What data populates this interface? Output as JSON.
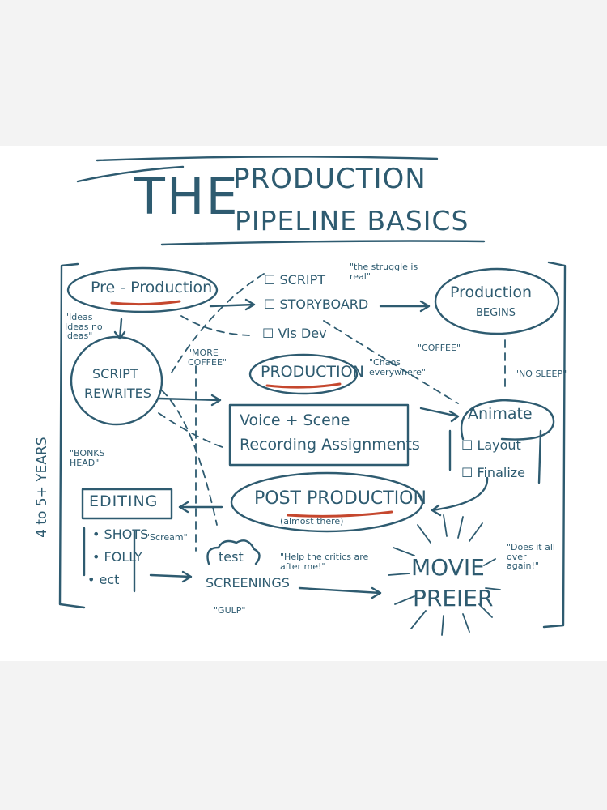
{
  "title": {
    "line1": "THE",
    "line2": "PRODUCTION",
    "line3": "PIPELINE BASICS"
  },
  "side_label": "4 to 5+ YEARS",
  "nodes": {
    "pre_production": "Pre - Production",
    "ideas_note": "\"Ideas Ideas no ideas\"",
    "script_items": [
      "SCRIPT",
      "STORYBOARD",
      "Vis Dev"
    ],
    "struggle_note": "\"the struggle is real\"",
    "production_begins_line1": "Production",
    "production_begins_line2": "BEGINS",
    "more_coffee": "\"MORE COFFEE\"",
    "script_rewrites_line1": "SCRIPT",
    "script_rewrites_line2": "REWRITES",
    "production": "PRODUCTION",
    "chaos_note": "\"Chaos everywhere\"",
    "coffee_note": "\"COFFEE\"",
    "no_sleep_note": "\"NO SLEEP\"",
    "voice_line1": "Voice    +    Scene",
    "voice_line2": "Recording   Assignments",
    "animate": "Animate",
    "animate_items": [
      "Layout",
      "Finalize"
    ],
    "bonks_head": "\"BONKS HEAD\"",
    "editing": "EDITING",
    "editing_items": [
      "SHOTS",
      "FOLLY",
      "ect"
    ],
    "post_production": "POST PRODUCTION",
    "post_note": "(almost there)",
    "scream_note": "\"Scream\"",
    "test_line1": "test",
    "test_line2": "SCREENINGS",
    "gulp_note": "\"GULP\"",
    "critics_note": "\"Help the critics are after me!\"",
    "movie_line1": "MOVIE",
    "movie_line2": "PREIER",
    "again_note": "\"Does it all over again!\""
  }
}
